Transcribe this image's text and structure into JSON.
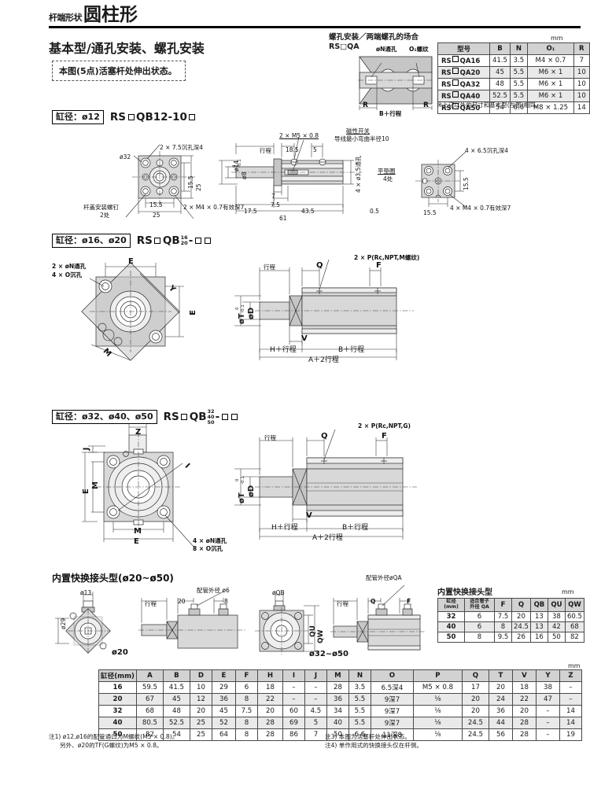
{
  "header": {
    "kicker": "杆端形状",
    "title": "圆柱形",
    "subtitle": "基本型/通孔安装、螺孔安装",
    "note": "本图(5点)活塞杆处伸出状态。"
  },
  "qa_block": {
    "caption_line1": "螺孔安装／两端螺孔的场合",
    "caption_line2": "RS□QA",
    "unit": "mm",
    "diagram_labels": {
      "hole_n": "øN通孔",
      "thread_o1": "O₁螺纹",
      "r_left": "R",
      "r_right": "R",
      "bottom": "B＋行程"
    },
    "columns": [
      "型号",
      "B",
      "N",
      "O₁",
      "R"
    ],
    "rows": [
      {
        "model_prefix": "RS",
        "model_suffix": "QA16",
        "B": "41.5",
        "N": "3.5",
        "O1": "M4 × 0.7",
        "R": "7"
      },
      {
        "model_prefix": "RS",
        "model_suffix": "QA20",
        "B": "45",
        "N": "5.5",
        "O1": "M6 × 1",
        "R": "10"
      },
      {
        "model_prefix": "RS",
        "model_suffix": "QA32",
        "B": "48",
        "N": "5.5",
        "O1": "M6 × 1",
        "R": "10"
      },
      {
        "model_prefix": "RS",
        "model_suffix": "QA40",
        "B": "52.5",
        "N": "5.5",
        "O1": "M6 × 1",
        "R": "10"
      },
      {
        "model_prefix": "RS",
        "model_suffix": "QA50",
        "B": "54",
        "N": "6.6",
        "O1": "M8 × 1.25",
        "R": "14"
      }
    ],
    "note": "※上记以外的尺寸和基本型(左图)相同。"
  },
  "section1": {
    "chip": "缸径：ø12",
    "model": "RS□QB12-10□",
    "labels": {
      "l1": "2 × 7.5沉孔深4",
      "l2": "ø32",
      "l3": "15.5",
      "l4": "25",
      "l5": "15.5",
      "l6": "25",
      "l7": "杆盖安装螺钉",
      "l8": "2处",
      "l9": "2 × M4 × 0.7有效深7",
      "l10": "2 × M5 × 0.8",
      "l11": "磁性开关",
      "l12": "导线最小弯曲半径10",
      "l13": "行程",
      "l14": "18.5",
      "l15": "5",
      "l16": "ø14",
      "l17": "ø8",
      "l18": "4 × ø3.5通孔",
      "l19": "平垫圈",
      "l20": "4处",
      "l21": "0.5",
      "l22": "7",
      "l23": "7.5",
      "l24": "17.5",
      "l25": "43.5",
      "l26": "61",
      "l27": "4 × 6.5沉孔深4",
      "l28": "15.5",
      "l29": "15.5",
      "l30": "4 × M4 × 0.7有效深7",
      "tol_top": "0",
      "tol_bot": "-0.1"
    }
  },
  "section2": {
    "chip": "缸径：ø16、ø20",
    "model_base": "RS□QB",
    "model_num_top": "16",
    "model_num_bot": "20",
    "model_tail": "-□□",
    "labels": {
      "n_hole": "2 × øN通孔",
      "o_hole": "4 × O沉孔",
      "E1": "E",
      "E2": "E",
      "Y": "Y",
      "M": "M",
      "stroke": "行程",
      "T": "øT",
      "D": "øD",
      "tol_top": "0",
      "tol_bot": "-0.1",
      "Q": "Q",
      "F": "F",
      "P": "2 × P(Rc,NPT,M螺纹)",
      "V": "V",
      "H": "H＋行程",
      "B": "B＋行程",
      "A": "A＋2行程"
    }
  },
  "section3": {
    "chip": "缸径：ø32、ø40、ø50",
    "model_base": "RS□QB",
    "model_num_top": "32",
    "model_num_mid": "40",
    "model_num_bot": "50",
    "model_tail": "-□□",
    "labels": {
      "Z": "Z",
      "J": "J",
      "I": "I",
      "E1": "E",
      "M1": "M",
      "M2": "M",
      "E2": "E",
      "n_hole": "4 × øN通孔",
      "o_hole": "8 × O沉孔",
      "stroke": "行程",
      "T": "øT",
      "D": "øD",
      "tol_top": "0",
      "tol_bot": "-0.1",
      "Q": "Q",
      "F": "F",
      "P": "2 × P(Rc,NPT,G)",
      "V": "V",
      "H": "H＋行程",
      "B": "B＋行程",
      "A": "A＋2行程"
    }
  },
  "section4": {
    "caption": "内置快换接头型(ø20~ø50)",
    "labels": {
      "d13": "ø13",
      "d29": "ø29",
      "stroke1": "行程",
      "tube_od": "配管外径 ø6",
      "n20": "20",
      "n8": "8",
      "cap20": "ø20",
      "QB": "øQB",
      "QU": "QU",
      "QW": "QW",
      "stroke2": "行程",
      "Q": "Q",
      "F": "F",
      "tube_od2": "配管外径øQA",
      "cap3250": "ø32~ø50"
    }
  },
  "qc_table": {
    "caption": "内置快换接头型",
    "unit": "mm",
    "col_bore_l1": "缸径",
    "col_bore_l2": "(mm)",
    "col_qa_l1": "适合管子",
    "col_qa_l2": "外径 QA",
    "columns": [
      "F",
      "Q",
      "QB",
      "QU",
      "QW"
    ],
    "rows": [
      {
        "bore": "32",
        "QA": "6",
        "F": "7.5",
        "Q": "20",
        "QB": "13",
        "QU": "38",
        "QW": "60.5"
      },
      {
        "bore": "40",
        "QA": "6",
        "F": "8",
        "Q": "24.5",
        "QB": "13",
        "QU": "42",
        "QW": "68"
      },
      {
        "bore": "50",
        "QA": "8",
        "F": "9.5",
        "Q": "26",
        "QB": "16",
        "QU": "50",
        "QW": "82"
      }
    ]
  },
  "main_table": {
    "unit": "mm",
    "bore_header_l1": "缸径(mm)",
    "columns": [
      "A",
      "B",
      "D",
      "E",
      "F",
      "H",
      "I",
      "J",
      "M",
      "N",
      "O",
      "P",
      "Q",
      "T",
      "V",
      "Y",
      "Z"
    ],
    "rows": [
      {
        "bore": "16",
        "A": "59.5",
        "B": "41.5",
        "D": "10",
        "E": "29",
        "F": "6",
        "H": "18",
        "I": "–",
        "J": "–",
        "M": "28",
        "N": "3.5",
        "O": "6.5深4",
        "P": "M5 × 0.8",
        "Q": "17",
        "T": "20",
        "V": "18",
        "Y": "38",
        "Z": "–"
      },
      {
        "bore": "20",
        "A": "67",
        "B": "45",
        "D": "12",
        "E": "36",
        "F": "8",
        "H": "22",
        "I": "–",
        "J": "–",
        "M": "36",
        "N": "5.5",
        "O": "9深7",
        "P": "⅛",
        "Q": "20",
        "T": "24",
        "V": "22",
        "Y": "47",
        "Z": "–"
      },
      {
        "bore": "32",
        "A": "68",
        "B": "48",
        "D": "20",
        "E": "45",
        "F": "7.5",
        "H": "20",
        "I": "60",
        "J": "4.5",
        "M": "34",
        "N": "5.5",
        "O": "9深7",
        "P": "⅛",
        "Q": "20",
        "T": "36",
        "V": "20",
        "Y": "–",
        "Z": "14"
      },
      {
        "bore": "40",
        "A": "80.5",
        "B": "52.5",
        "D": "25",
        "E": "52",
        "F": "8",
        "H": "28",
        "I": "69",
        "J": "5",
        "M": "40",
        "N": "5.5",
        "O": "9深7",
        "P": "⅛",
        "Q": "24.5",
        "T": "44",
        "V": "28",
        "Y": "–",
        "Z": "14"
      },
      {
        "bore": "50",
        "A": "82",
        "B": "54",
        "D": "25",
        "E": "64",
        "F": "8",
        "H": "28",
        "I": "86",
        "J": "7",
        "M": "50",
        "N": "6.6",
        "O": "11深8",
        "P": "⅛",
        "Q": "24.5",
        "T": "56",
        "V": "28",
        "Y": "–",
        "Z": "19"
      }
    ]
  },
  "footnotes": {
    "n1": "注1) ø12,ø16的配管通口为M螺纹(M5 × 0.8)。",
    "n1b": "另外、ø20的TF(G螺纹)为M5 × 0.8。",
    "n3": "注3) 本图为活塞杆处伸出状态。",
    "n4": "注4) 单作用式的快换接头仅在杆侧。"
  }
}
